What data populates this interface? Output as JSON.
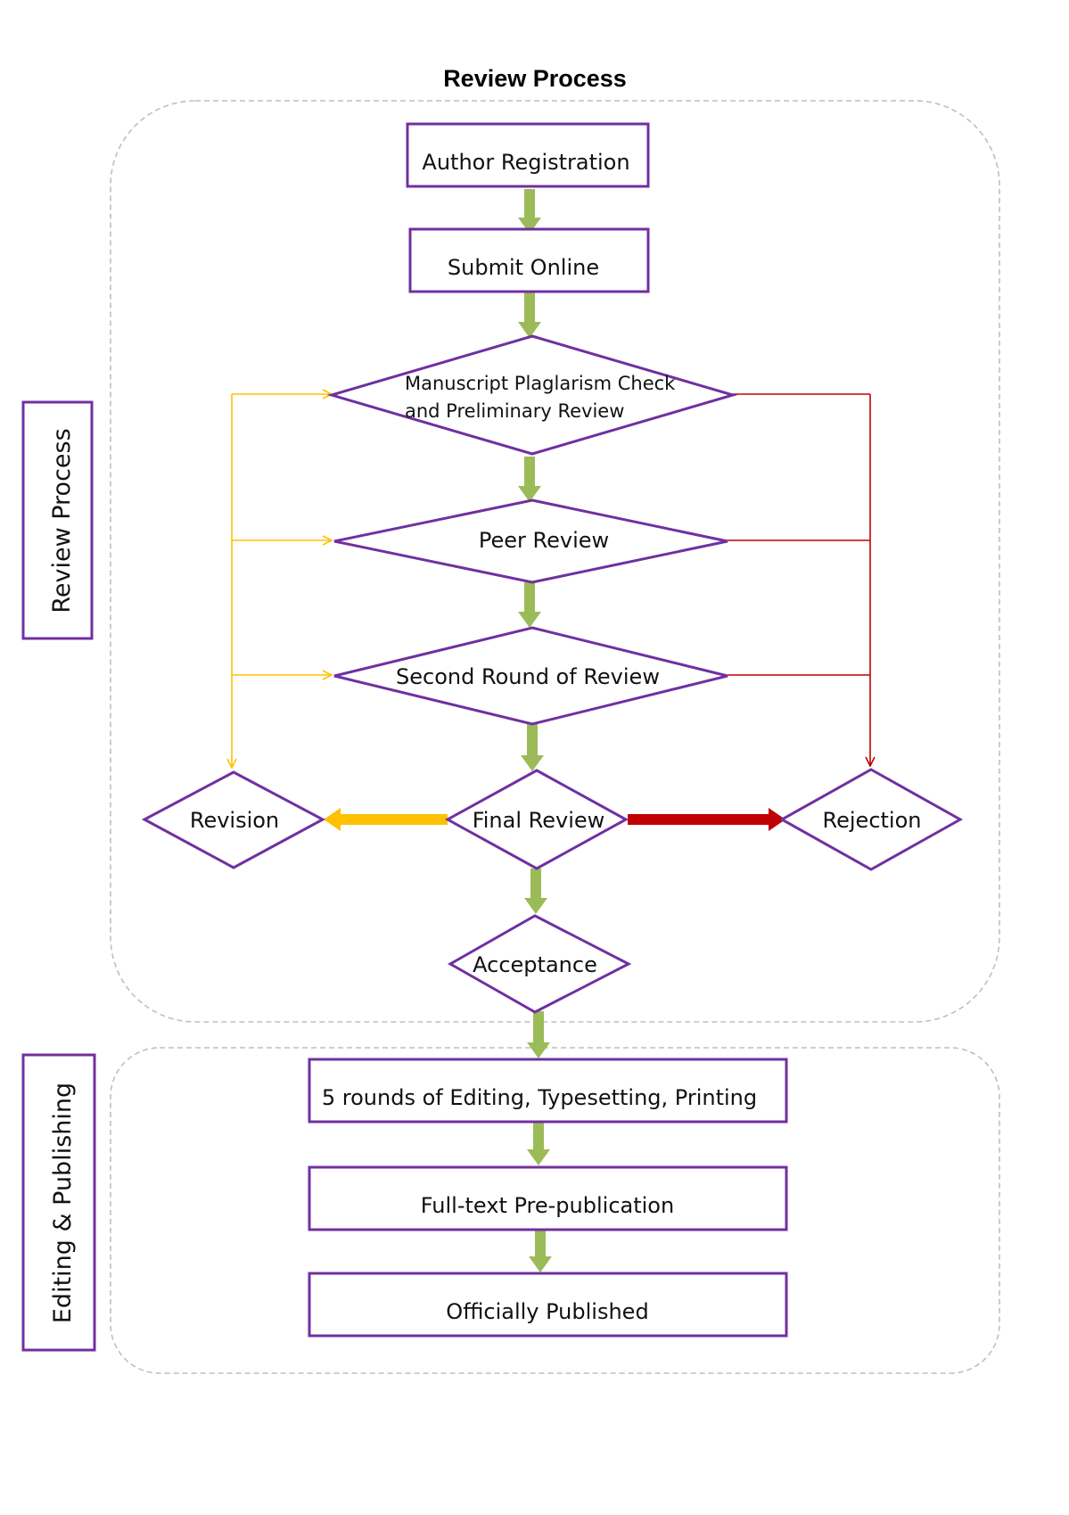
{
  "title": "Review Process",
  "side_labels": {
    "review": "Review Process",
    "editing": "Editing & Publishing"
  },
  "nodes": {
    "author_registration": "Author Registration",
    "submit_online": "Submit Online",
    "plagiarism_line1": "Manuscript  Plaglarism  Check",
    "plagiarism_line2": "and Preliminary Review",
    "peer_review": "Peer Review",
    "second_round": "Second Round of Review",
    "revision": "Revision",
    "final_review": "Final Review",
    "rejection": "Rejection",
    "acceptance": "Acceptance",
    "editing_rounds": "5 rounds of Editing, Typesetting, Printing",
    "pre_publication": "Full-text Pre-publication",
    "officially_published": "Officially Published"
  },
  "colors": {
    "node_border": "#7030a0",
    "main_arrow": "#9bbb59",
    "revision_path": "#ffc000",
    "rejection_path": "#c00000",
    "group_border": "#bfbfbf"
  }
}
